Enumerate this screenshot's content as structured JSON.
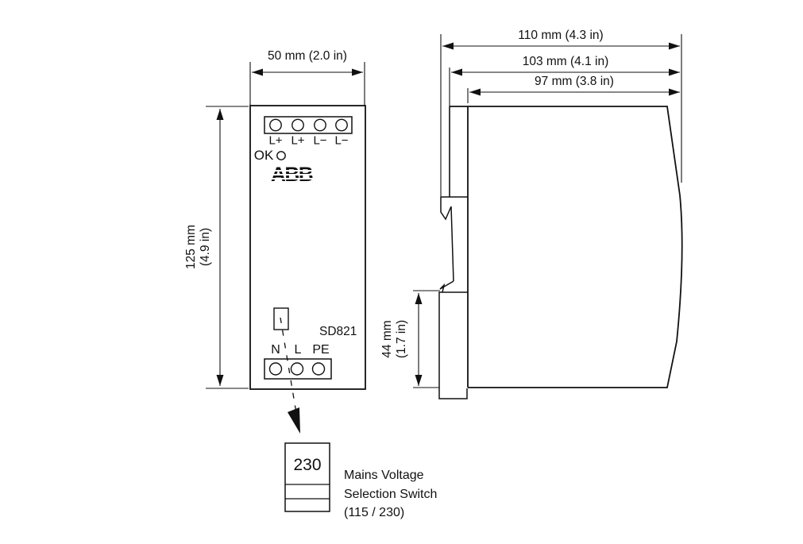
{
  "front_view": {
    "width_dim": "50 mm (2.0 in)",
    "height_dim_mm": "125 mm",
    "height_dim_in": "(4.9 in)",
    "dc_terminals": [
      "L+",
      "L+",
      "L−",
      "L−"
    ],
    "led_label": "OK",
    "brand_label": "ABB",
    "model_label": "SD821",
    "ac_terminals": [
      "N",
      "L",
      "PE"
    ]
  },
  "side_view": {
    "depth_total_dim": "110 mm (4.3 in)",
    "depth_mid_dim": "103 mm (4.1 in)",
    "depth_body_dim": "97 mm (3.8 in)",
    "rail_dim_mm": "44 mm",
    "rail_dim_in": "(1.7 in)"
  },
  "switch_detail": {
    "value": "230",
    "caption_line1": "Mains Voltage",
    "caption_line2": "Selection Switch",
    "caption_line3": "(115 / 230)"
  },
  "colors": {
    "line": "#111111",
    "background": "#ffffff"
  }
}
